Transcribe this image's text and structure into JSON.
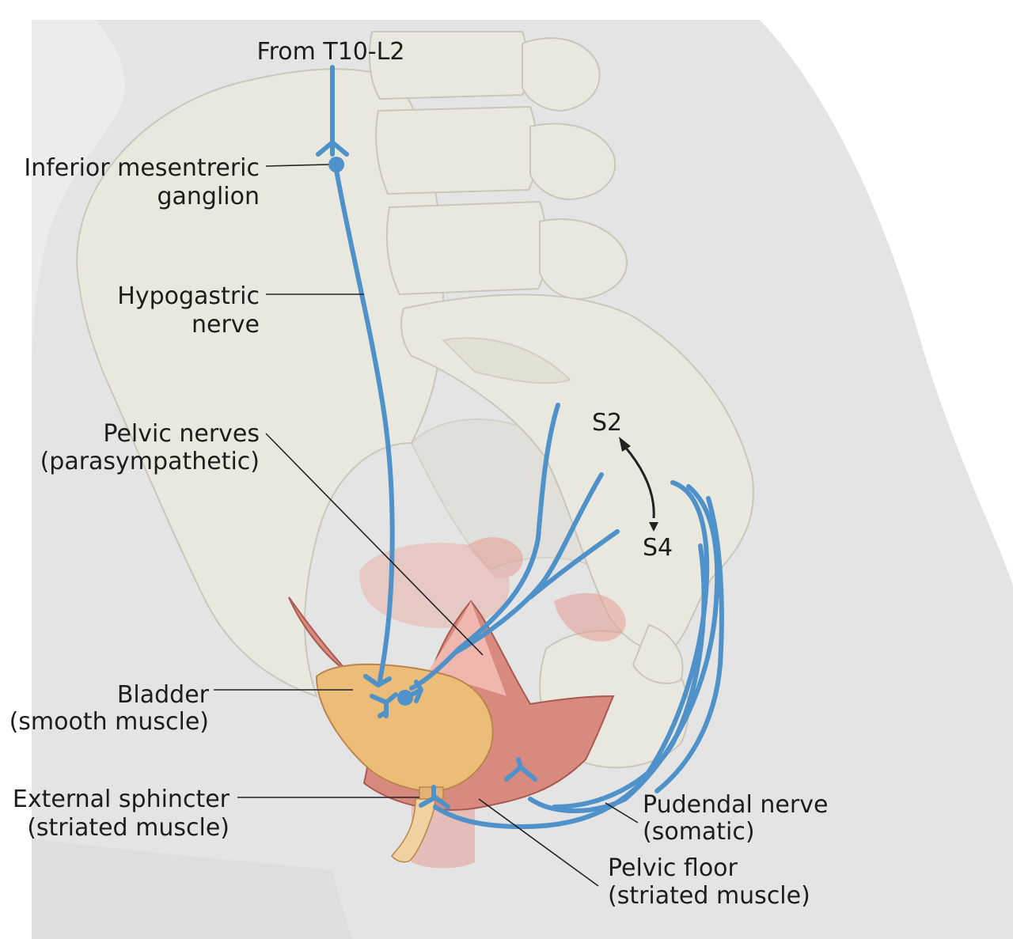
{
  "labels": {
    "from_t10_l2": "From T10-L2",
    "imf_ganglion_1": "Inferior mesentreric",
    "imf_ganglion_2": "ganglion",
    "hypogastric_1": "Hypogastric",
    "hypogastric_2": "nerve",
    "pelvic_nerves_1": "Pelvic nerves",
    "pelvic_nerves_2": "(parasympathetic)",
    "s2": "S2",
    "s4": "S4",
    "bladder_1": "Bladder",
    "bladder_2": "(smooth muscle)",
    "ext_sphincter_1": "External sphincter",
    "ext_sphincter_2": "(striated muscle)",
    "pudendal_1": "Pudendal nerve",
    "pudendal_2": "(somatic)",
    "pelvic_floor_1": "Pelvic floor",
    "pelvic_floor_2": "(striated muscle)"
  },
  "colors": {
    "nerve": "#4f91c9",
    "bladder": "#ecbd78",
    "pelvic_floor_muscle": "#dc8a7f",
    "bone": "#e9e8df",
    "body_silhouette": "#e3e3e3"
  }
}
